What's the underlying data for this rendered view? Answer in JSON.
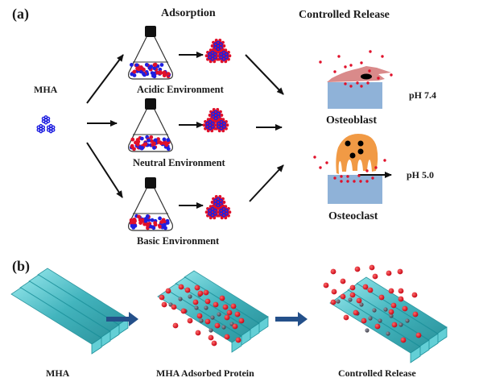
{
  "panel_a": {
    "tag": "(a)",
    "headings": {
      "adsorption": "Adsorption",
      "controlled_release": "Controlled Release"
    },
    "source_label": "MHA",
    "environments": [
      {
        "label": "Acidic Environment"
      },
      {
        "label": "Neutral Environment"
      },
      {
        "label": "Basic Environment"
      }
    ],
    "cells": [
      {
        "label": "Osteoblast",
        "ph": "pH 7.4"
      },
      {
        "label": "Osteoclast",
        "ph": "pH 5.0"
      }
    ]
  },
  "panel_b": {
    "tag": "(b)",
    "stages": [
      {
        "label": "MHA"
      },
      {
        "label": "MHA Adsorbed Protein"
      },
      {
        "label": "Controlled Release"
      }
    ]
  },
  "colors": {
    "mha_blue": "#1f1fe0",
    "protein_red": "#e0102a",
    "osteoblast_pink": "#d98a8a",
    "osteoclast_orange": "#f19a45",
    "bone_blue": "#8fb2d8",
    "tube_teal": "#3fb9c2",
    "arrow_navy": "#24508a",
    "arrow_black": "#111111"
  }
}
